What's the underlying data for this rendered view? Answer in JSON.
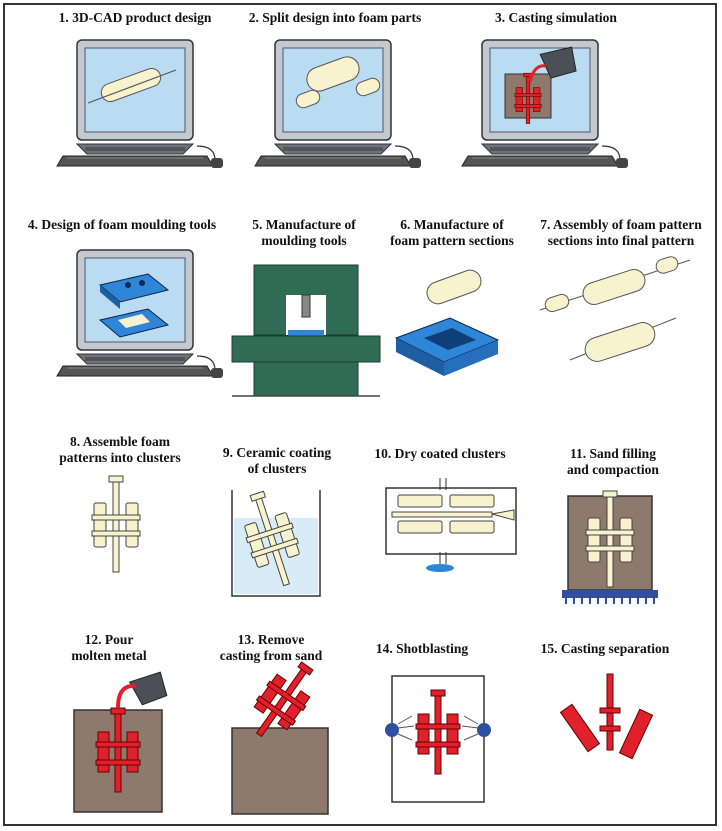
{
  "steps": [
    {
      "lines": [
        "1. 3D-CAD product design"
      ]
    },
    {
      "lines": [
        "2. Split design into foam parts"
      ]
    },
    {
      "lines": [
        "3. Casting simulation"
      ]
    },
    {
      "lines": [
        "4. Design of foam moulding tools"
      ]
    },
    {
      "lines": [
        "5. Manufacture of",
        "moulding tools"
      ]
    },
    {
      "lines": [
        "6. Manufacture of",
        "foam pattern sections"
      ]
    },
    {
      "lines": [
        "7. Assembly of foam pattern",
        "sections into final pattern"
      ]
    },
    {
      "lines": [
        "8. Assemble foam",
        "patterns into clusters"
      ]
    },
    {
      "lines": [
        "9. Ceramic coating",
        "of clusters"
      ]
    },
    {
      "lines": [
        "10. Dry coated clusters"
      ]
    },
    {
      "lines": [
        "11. Sand filling",
        "and compaction"
      ]
    },
    {
      "lines": [
        "12. Pour",
        "molten metal"
      ]
    },
    {
      "lines": [
        "13. Remove",
        "casting from sand"
      ]
    },
    {
      "lines": [
        "14. Shotblasting"
      ]
    },
    {
      "lines": [
        "15. Casting separation"
      ]
    }
  ],
  "icons": {
    "computer": "computer-monitor-icon",
    "press": "moulding-press-icon",
    "bucket": "casting-bucket-icon"
  },
  "colors": {
    "foam": "#f8f2cf",
    "metal": "#e0202a",
    "sand": "#8e7a6d",
    "tool_blue": "#2f86d8",
    "screen": "#b9dcf2",
    "press_green": "#2f6b55",
    "ceramic": "#d7ecf6"
  }
}
